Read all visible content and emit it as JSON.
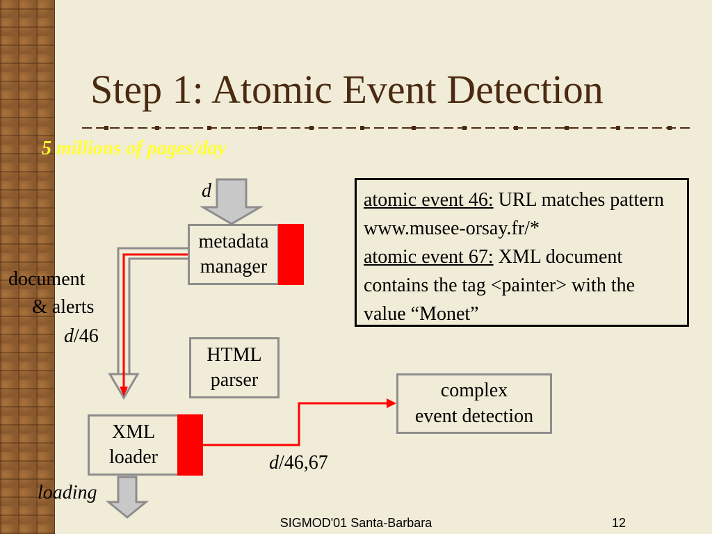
{
  "title": "Step 1: Atomic Event Detection",
  "tagline": "5 millions of pages/day",
  "input_label": "d",
  "boxes": {
    "metadata_manager": "metadata\nmanager",
    "html_parser": "HTML\nparser",
    "xml_loader": "XML\nloader",
    "complex_event": "complex\nevent detection"
  },
  "side_labels": {
    "document_line1": "document",
    "document_line2": "& alerts",
    "doc_d": "d",
    "doc_num": "/46",
    "loading": "loading",
    "out_d": "d",
    "out_num": "/46,67"
  },
  "info": {
    "event1_label": "atomic event 46:",
    "event1_text": " URL matches pattern www.musee-orsay.fr/*",
    "event2_label": "atomic event 67:",
    "event2_text": " XML document contains  the tag <painter> with the value “Monet”"
  },
  "footer": {
    "text": "SIGMOD'01 Santa-Barbara",
    "page": "12"
  },
  "colors": {
    "background": "#f1ecd7",
    "title": "#4b2a12",
    "tagline": "#ffff33",
    "red": "#ff0000",
    "box_border": "#8d8d8d"
  }
}
